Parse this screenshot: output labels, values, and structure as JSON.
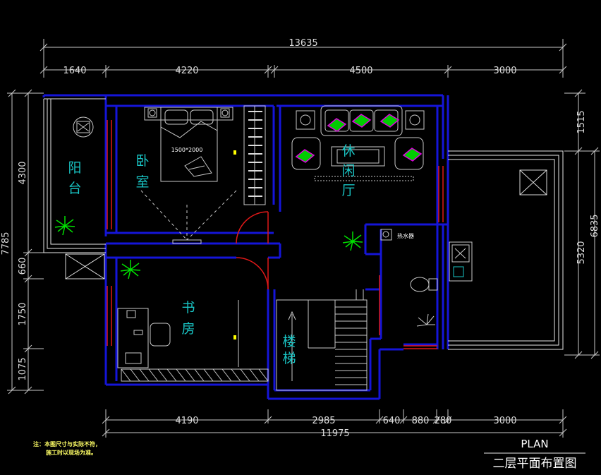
{
  "dimensions": {
    "top_total": "13635",
    "top_segments": [
      "1640",
      "4220",
      "4500",
      "3000"
    ],
    "left_total": "7785",
    "left_segments": [
      "4300",
      "660",
      "1750",
      "1075"
    ],
    "right_segments": [
      "1515",
      "5320"
    ],
    "right_total": "6835",
    "bottom_segments": [
      "4190",
      "2985",
      "640",
      "880",
      "280",
      "3000"
    ],
    "bottom_total": "11975"
  },
  "rooms": {
    "balcony": [
      "阳",
      "台"
    ],
    "bedroom": [
      "卧",
      "室"
    ],
    "living": [
      "休",
      "闲",
      "厅"
    ],
    "study": [
      "书",
      "房"
    ],
    "stairs": [
      "楼",
      "梯"
    ]
  },
  "labels": {
    "bed_size": "1500*2000",
    "water_heater": "热水器"
  },
  "note": {
    "line1": "注：本图尺寸与实际不符，",
    "line2": "施工时以现场为准。"
  },
  "title": {
    "plan": "PLAN",
    "name": "二层平面布置图"
  },
  "colors": {
    "wall": "#1515d8",
    "dim": "#dcdcdc",
    "cyan": "#19c5c5",
    "red": "#e01818",
    "green": "#00e000",
    "magenta": "#e000e0"
  }
}
